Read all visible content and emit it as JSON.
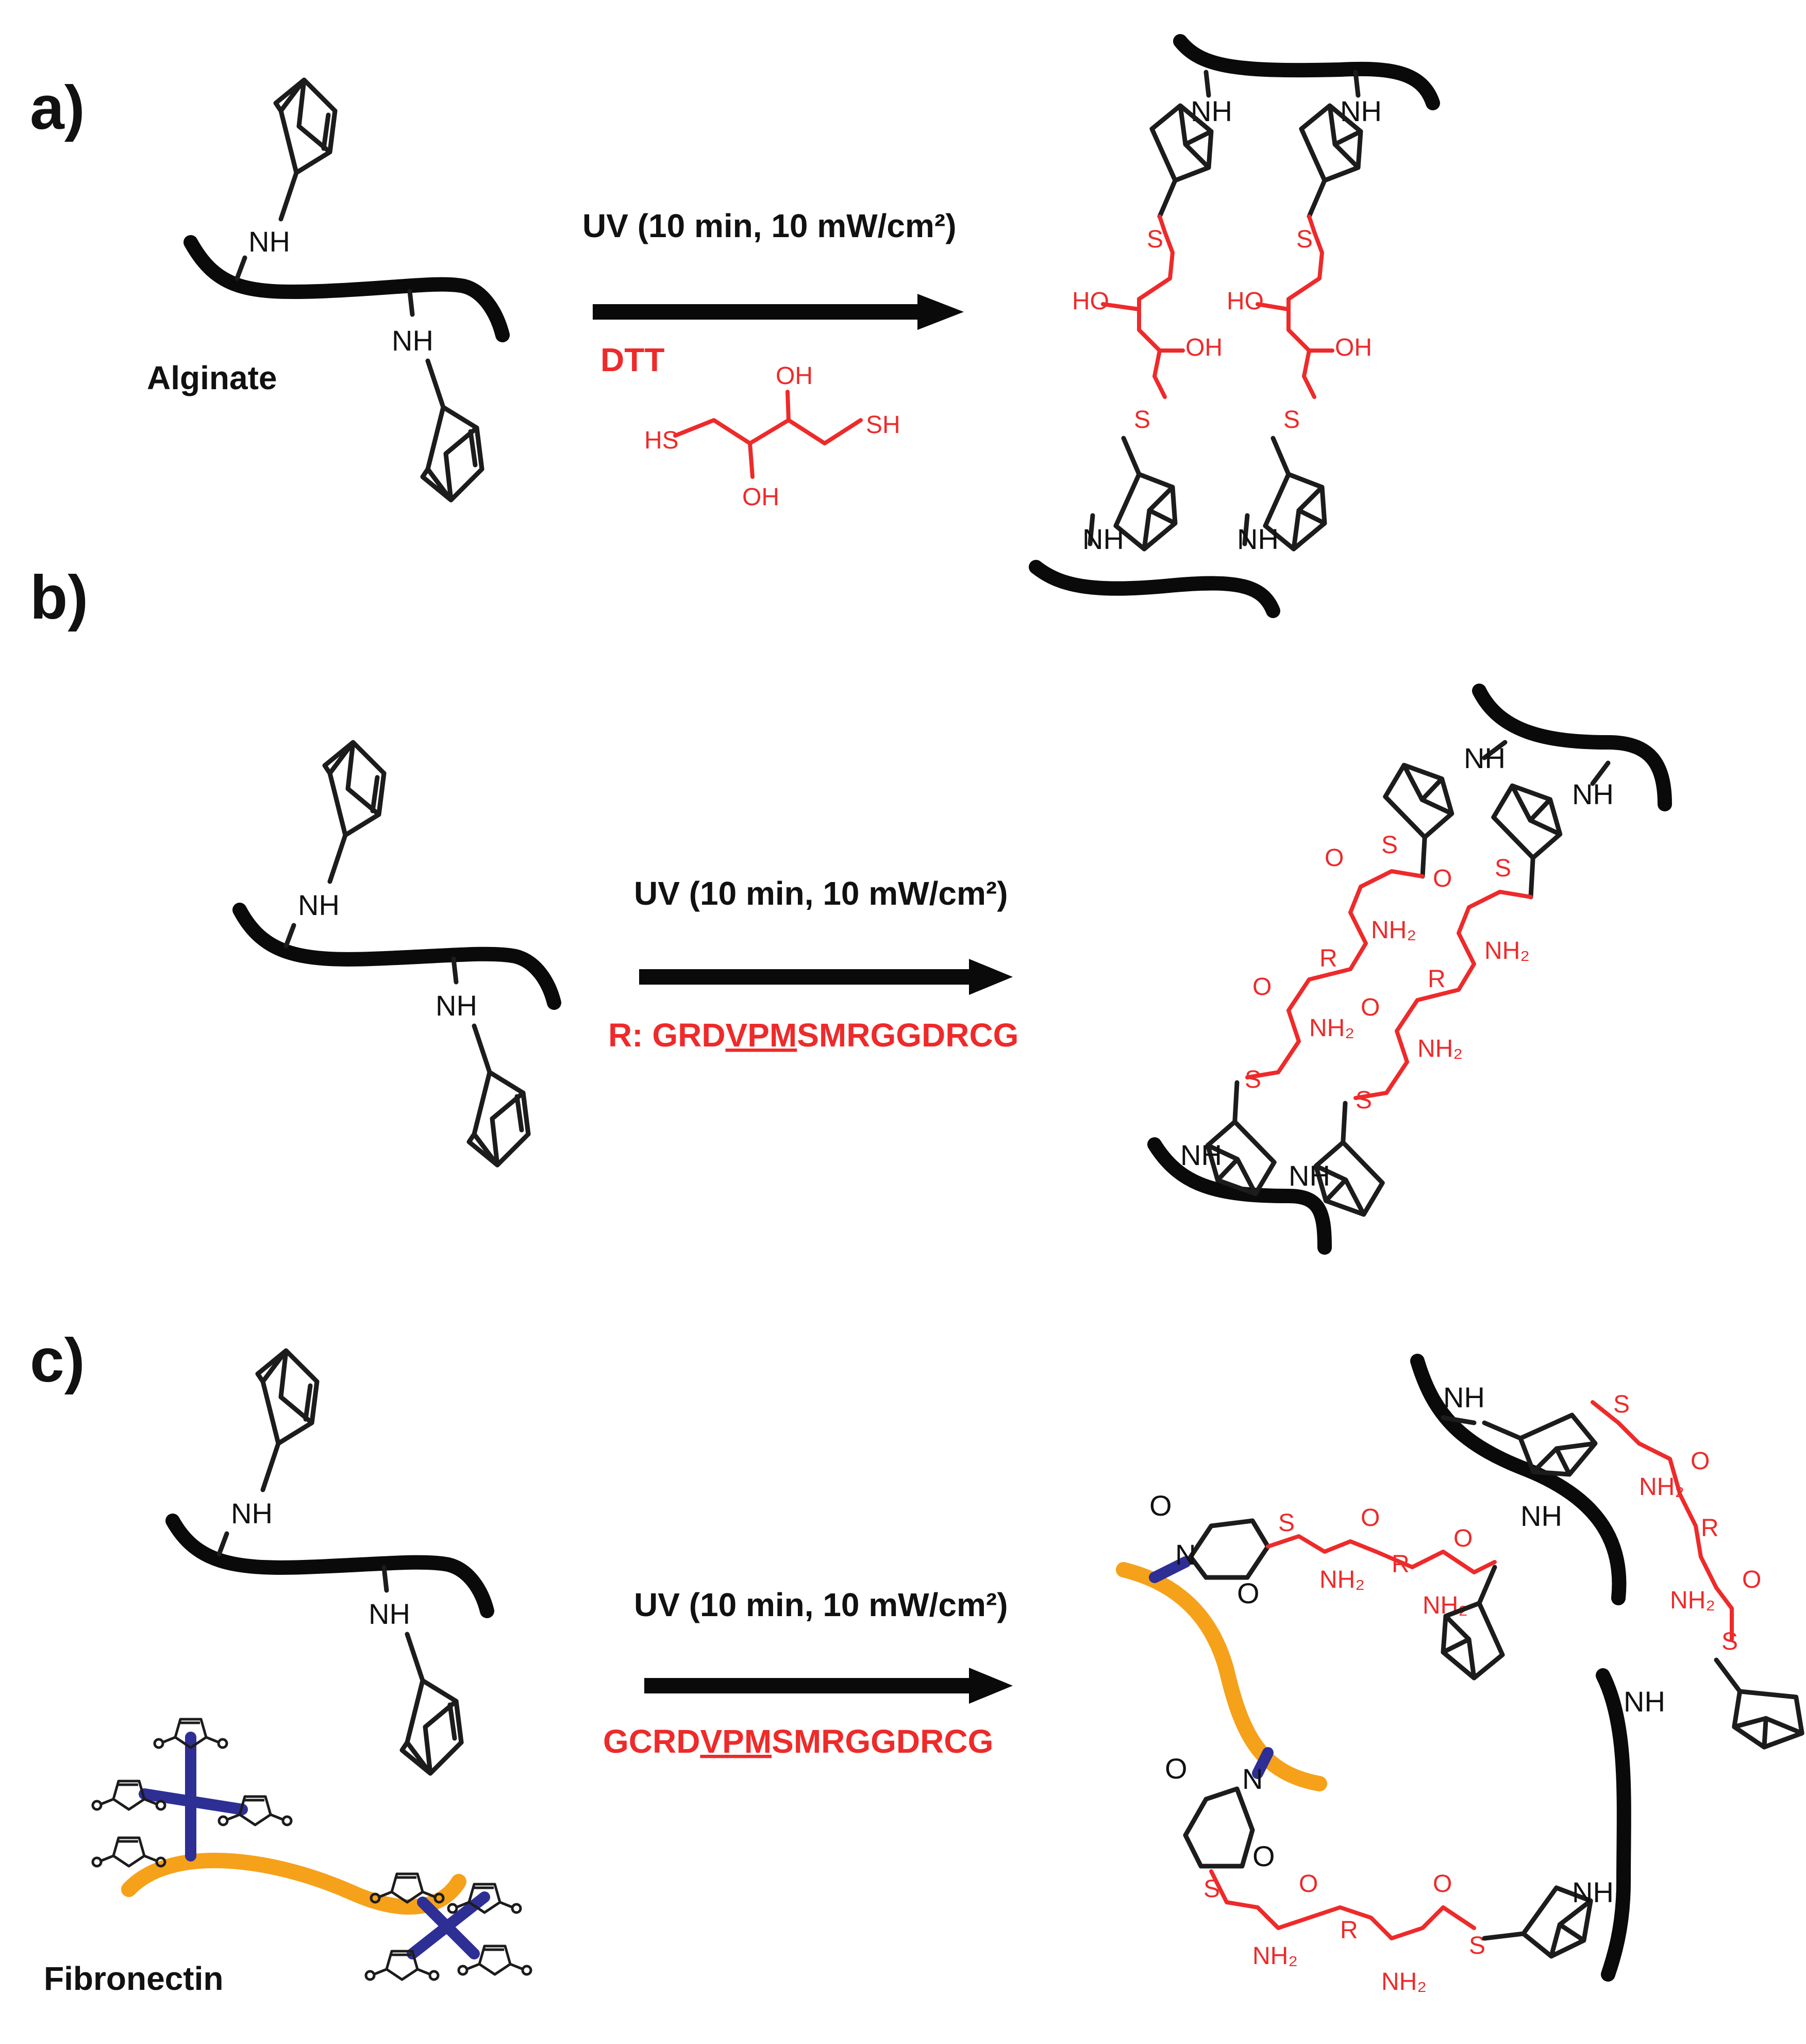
{
  "panels": {
    "a": {
      "label": "a)",
      "condition": "UV (10 min, 10 mW/cm²)",
      "reagent": "DTT",
      "polymer_name": "Alginate",
      "atoms": {
        "nh": "NH",
        "hs": "HS",
        "sh": "SH",
        "oh": "OH",
        "ho": "HO",
        "s": "S"
      }
    },
    "b": {
      "label": "b)",
      "condition": "UV (10 min, 10 mW/cm²)",
      "peptide_prefix": "R: GRD",
      "peptide_underlined": "VPM",
      "peptide_suffix": "SMRGGDRCG",
      "atoms": {
        "nh": "NH",
        "o": "O",
        "s": "S",
        "r": "R",
        "nh2": "NH₂"
      }
    },
    "c": {
      "label": "c)",
      "condition": "UV (10 min, 10 mW/cm²)",
      "peptide_prefix": "GCRD",
      "peptide_underlined": "VPM",
      "peptide_suffix": "SMRGGDRCG",
      "protein_name": "Fibronectin",
      "atoms": {
        "nh": "NH",
        "o": "O",
        "s": "S",
        "r": "R",
        "nh2": "NH₂",
        "n": "N"
      }
    }
  },
  "colors": {
    "backbone": "#0a0a0a",
    "crosslinker": "#ee2a2a",
    "fibronectin": "#f6a11a",
    "maleimide_linker": "#2e2f95"
  }
}
